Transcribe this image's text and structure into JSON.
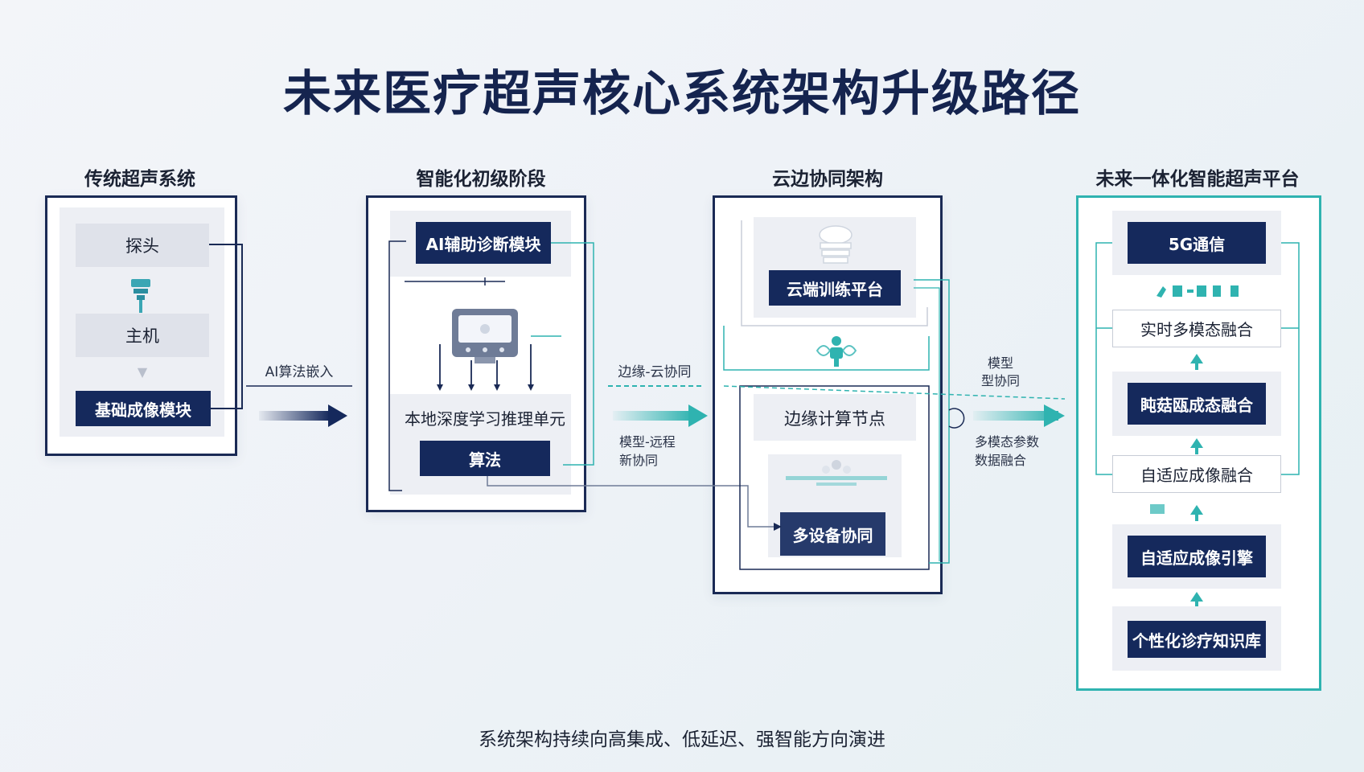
{
  "title": "未来医疗超声核心系统架构升级路径",
  "footer": "系统架构持续向高集成、低延迟、强智能方向演进",
  "stages": {
    "s1": {
      "title": "传统超声系统",
      "probe": "探头",
      "host": "主机",
      "imaging": "基础成像模块"
    },
    "s2": {
      "title": "智能化初级阶段",
      "ai_module": "AI辅助诊断模块",
      "inference": "本地深度学习推理单元",
      "algorithm": "算法"
    },
    "s3": {
      "title": "云边协同架构",
      "cloud": "云端训练平台",
      "edge": "边缘计算节点",
      "multi": "多设备协同"
    },
    "s4": {
      "title": "未来一体化智能超声平台",
      "fiveg": "5G通信",
      "realtime": "实时多模态融合",
      "fusion": "盹菇瓯成态融合",
      "adaptive_fusion": "自适应成像融合",
      "engine": "自适应成像引擎",
      "knowledge": "个性化诊疗知识库"
    }
  },
  "transitions": {
    "t1": "AI算法嵌入",
    "t2": "边缘-云协同",
    "t2b_line1": "模型-远程",
    "t2b_line2": "新协同",
    "t3a_line1": "模型",
    "t3a_line2": "型协同",
    "t3b_line1": "多模态参数",
    "t3b_line2": "数据融合"
  },
  "colors": {
    "navy": "#15295c",
    "teal": "#2fb3b0",
    "gray": "#dfe2ea"
  }
}
